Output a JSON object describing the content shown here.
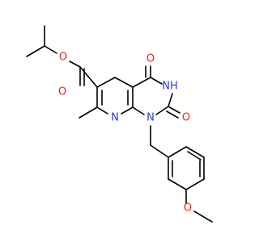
{
  "colors": {
    "background": "#ffffff",
    "bond": "#000000",
    "oxygen": "#e8231f",
    "nitrogen": "#2a3ad8"
  },
  "atom_labels": {
    "o_ester_single": "O",
    "o_ester_carbonyl": "O",
    "o_c4": "O",
    "nh_n3": "NH",
    "o_c2": "O",
    "n_pyridine": "N",
    "n1": "N",
    "o_methoxy": "O"
  }
}
